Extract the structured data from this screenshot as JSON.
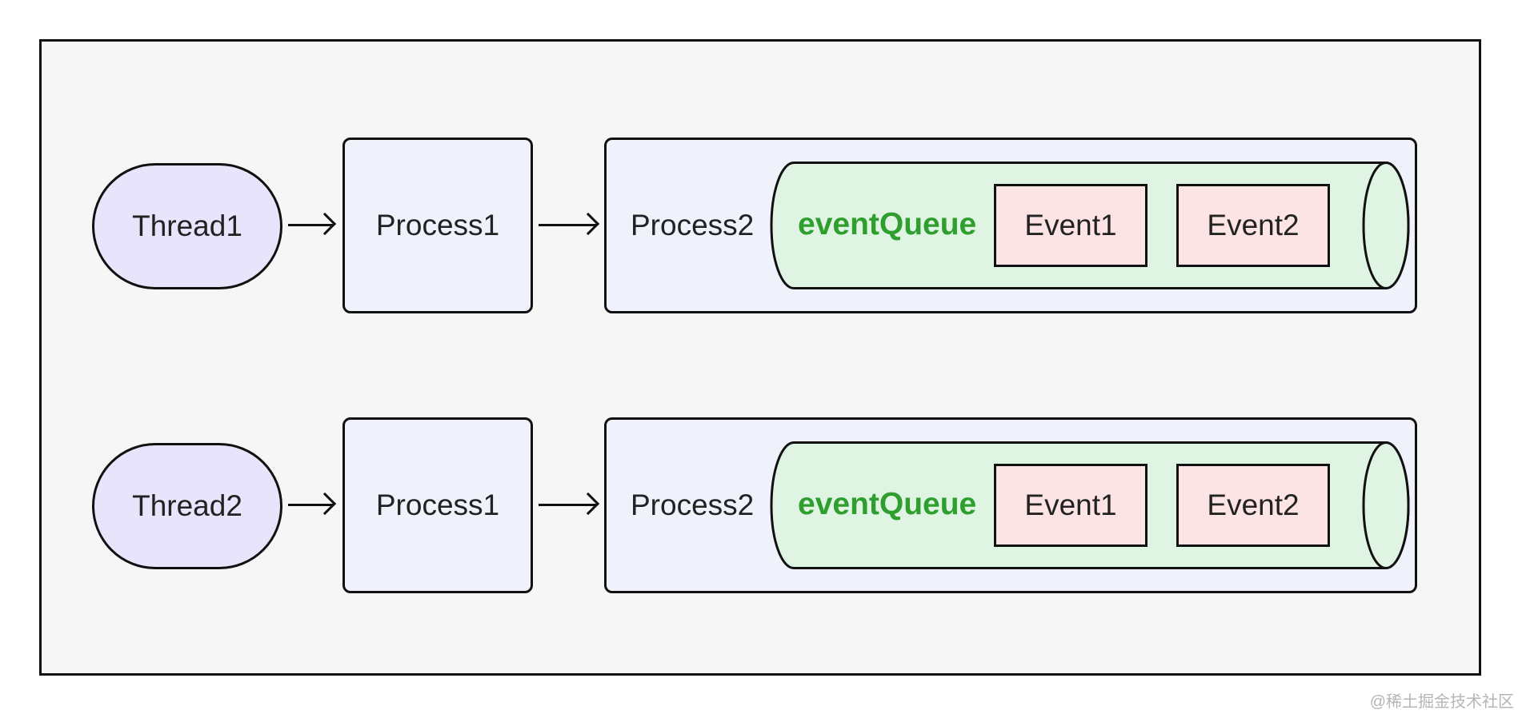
{
  "rows": [
    {
      "thread": "Thread1",
      "process1": "Process1",
      "process2": "Process2",
      "queue": "eventQueue",
      "events": [
        "Event1",
        "Event2"
      ]
    },
    {
      "thread": "Thread2",
      "process1": "Process1",
      "process2": "Process2",
      "queue": "eventQueue",
      "events": [
        "Event1",
        "Event2"
      ]
    }
  ],
  "watermark": "@稀土掘金技术社区",
  "colors": {
    "thread_fill": "#e8e4fc",
    "process_fill": "#eff2fb",
    "queue_fill": "#e0f4e3",
    "queue_text": "#2e9e2e",
    "event_fill": "#fce4e4",
    "frame_fill": "#f6f6f6",
    "stroke": "#111111"
  }
}
